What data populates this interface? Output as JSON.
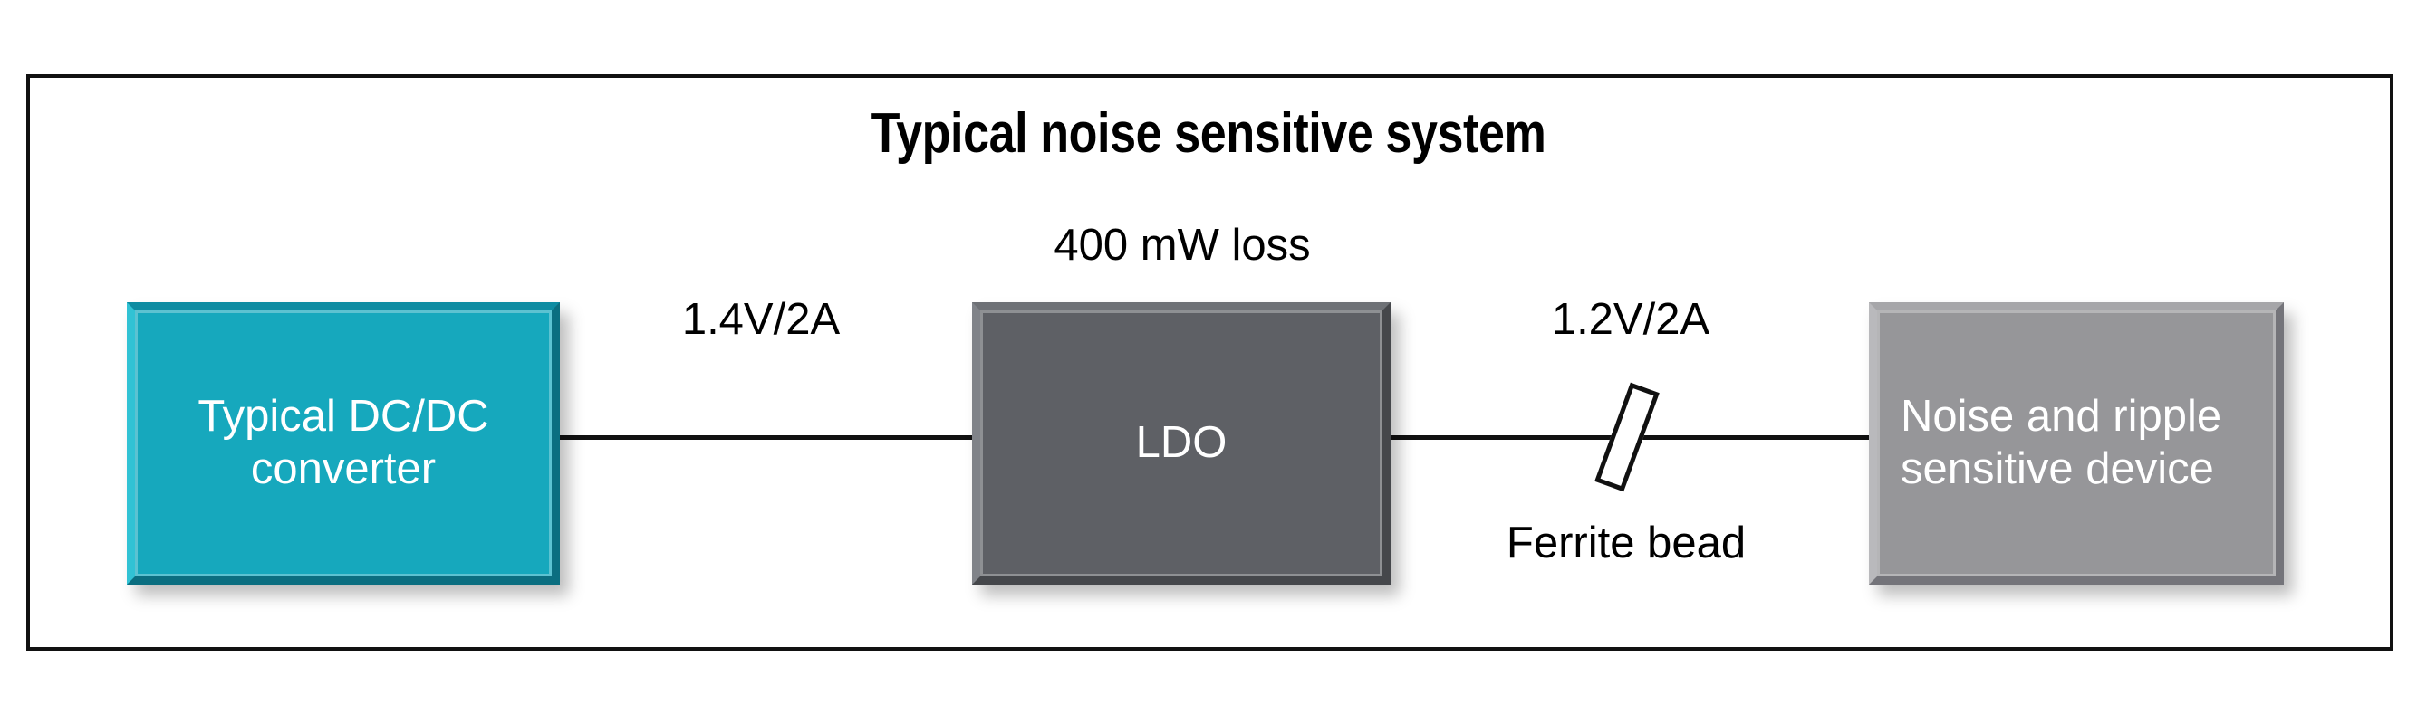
{
  "diagram": {
    "title": "Typical noise sensitive system",
    "blocks": [
      {
        "id": "dcdc-converter",
        "label": "Typical DC/DC\nconverter",
        "color": "#16a8bd"
      },
      {
        "id": "ldo",
        "label": "LDO",
        "color": "#5e6065"
      },
      {
        "id": "sensitive-device",
        "label": "Noise and ripple\nsensitive device",
        "color": "#969699"
      }
    ],
    "annotations": {
      "input_rail": "1.4V/2A",
      "power_loss": "400 mW loss",
      "output_rail": "1.2V/2A",
      "ferrite_bead": "Ferrite bead"
    },
    "colors": {
      "frame": "#111111",
      "wire": "#111111",
      "text_on_block": "#ffffff",
      "text": "#000000",
      "background": "#ffffff"
    }
  }
}
